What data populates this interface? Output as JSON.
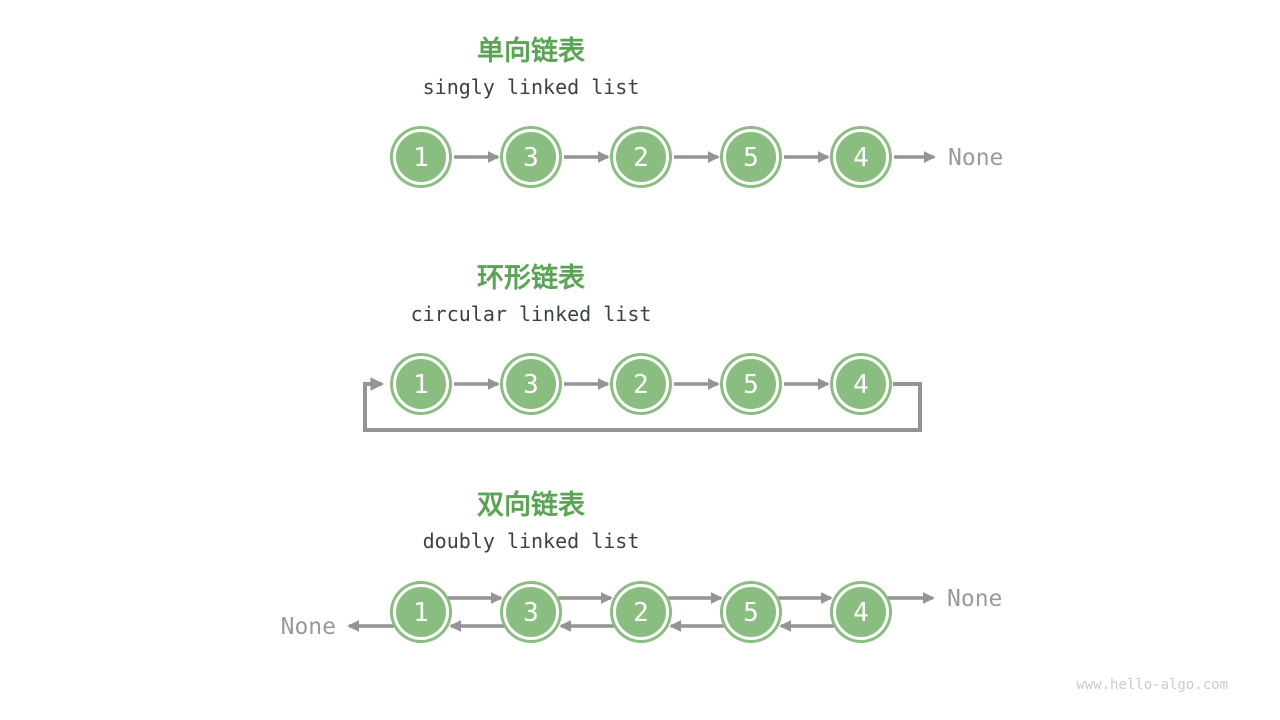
{
  "watermark": "www.hello-algo.com",
  "colors": {
    "node_green": "#8ABD80",
    "node_ring_white": "#FFFFFF",
    "node_value_white": "#FFFFFF",
    "title_green": "#5BA455",
    "subtitle_dark": "#3B4245",
    "arrow_gray": "#949494",
    "none_gray": "#9A9A9A",
    "watermark_gray": "#C9CBCB"
  },
  "sections": [
    {
      "id": "singly",
      "title": "单向链表",
      "subtitle": "singly linked list",
      "values": [
        "1",
        "3",
        "2",
        "5",
        "4"
      ],
      "tail_label": "None"
    },
    {
      "id": "circular",
      "title": "环形链表",
      "subtitle": "circular linked list",
      "values": [
        "1",
        "3",
        "2",
        "5",
        "4"
      ]
    },
    {
      "id": "doubly",
      "title": "双向链表",
      "subtitle": "doubly linked list",
      "values": [
        "1",
        "3",
        "2",
        "5",
        "4"
      ],
      "head_label": "None",
      "tail_label": "None"
    }
  ]
}
